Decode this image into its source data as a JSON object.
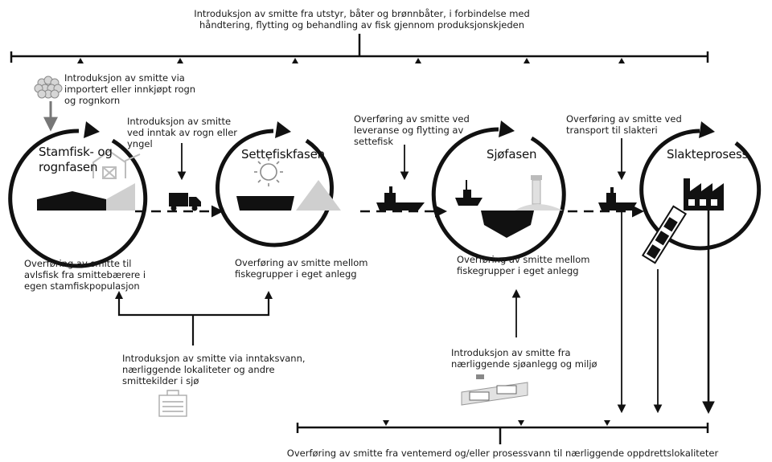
{
  "top_text": {
    "line1": "Introduksjon av smitte fra utstyr, båter og brønnbåter, i forbindelse med",
    "line2": "håndtering, flytting og behandling av fisk gjennom produksjonskjeden"
  },
  "bottom_text": "Overføring av smitte fra ventemerd og/eller prosessvann til nærliggende oppdrettslokaliteter",
  "stages": {
    "stamfisk_1": "Stamfisk- og",
    "stamfisk_2": "rognfasen",
    "settefisk": "Settefiskfasen",
    "sjo": "Sjøfasen",
    "slakt": "Slakteprosess"
  },
  "labels": {
    "rogn_import": [
      "Introduksjon av smitte via",
      "importert eller innkjøpt rogn",
      "og rognkorn"
    ],
    "inntak_rogn": [
      "Introduksjon av smitte",
      "ved inntak av rogn eller",
      "yngel"
    ],
    "leveranse": [
      "Overføring av smitte ved",
      "leveranse og flytting av",
      "settefisk"
    ],
    "transport": [
      "Overføring av smitte ved",
      "transport til slakteri"
    ],
    "avlsfisk": [
      "Overføring av smitte til",
      "avlsfisk fra smittebærere i",
      "egen stamfiskpopulasjon"
    ],
    "fiskegrupper_1": [
      "Overføring av smitte mellom",
      "fiskegrupper i eget anlegg"
    ],
    "fiskegrupper_2": [
      "Overføring av smitte mellom",
      "fiskegrupper i eget anlegg"
    ],
    "inntaksvann": [
      "Introduksjon av smitte via inntaksvann,",
      "nærliggende lokaliteter og andre",
      "smittekilder i sjø"
    ],
    "sjoanlegg": [
      "Introduksjon av smitte fra",
      "nærliggende sjøanlegg og miljø"
    ]
  },
  "icons": [
    "roe-icon",
    "barn-icon",
    "hatchery-building-icon",
    "truck-icon",
    "sun-icon",
    "tank-icon",
    "salt-pile-icon",
    "wellboat-icon",
    "fishing-boat-icon",
    "lighthouse-icon",
    "net-pen-icon",
    "factory-icon",
    "conveyor-icon",
    "water-intake-icon",
    "sea-farm-icon"
  ],
  "colors": {
    "ink": "#111111",
    "grey": "#8a8a8a",
    "light_grey": "#cfcfcf"
  }
}
